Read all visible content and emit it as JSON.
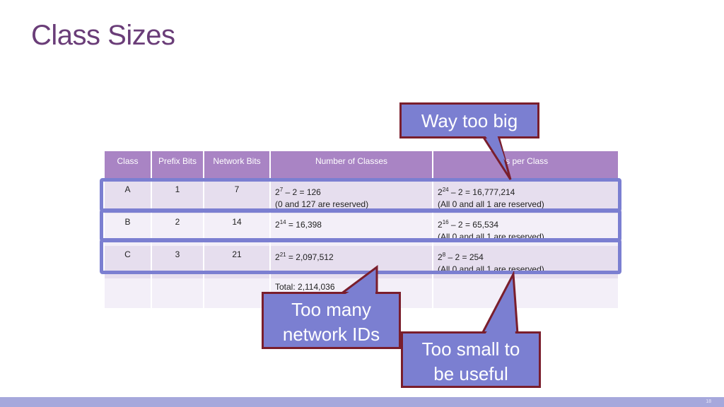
{
  "title": "Class Sizes",
  "table": {
    "headers": {
      "class": "Class",
      "prefix_bits": "Prefix Bits",
      "network_bits": "Network Bits",
      "number_of_classes": "Number of Classes",
      "hosts_per_class": "Hosts per Class",
      "hosts_per_class_visible": "ts per Class"
    },
    "rows": [
      {
        "class": "A",
        "prefix": "1",
        "network_bits": "7",
        "classes_base": "2",
        "classes_exp": "7",
        "classes_rest": " – 2 = 126",
        "classes_note": "(0 and 127 are reserved)",
        "hosts_base": "2",
        "hosts_exp": "24",
        "hosts_rest": " – 2 = 16,777,214",
        "hosts_note": "(All 0 and all 1 are reserved)"
      },
      {
        "class": "B",
        "prefix": "2",
        "network_bits": "14",
        "classes_base": "2",
        "classes_exp": "14",
        "classes_rest": " = 16,398",
        "classes_note": "",
        "hosts_base": "2",
        "hosts_exp": "16",
        "hosts_rest": " – 2 = 65,534",
        "hosts_note": "(All 0 and all 1 are reserved)"
      },
      {
        "class": "C",
        "prefix": "3",
        "network_bits": "21",
        "classes_base": "2",
        "classes_exp": "21",
        "classes_rest": " = 2,097,512",
        "classes_note": "",
        "hosts_base": "2",
        "hosts_exp": "8",
        "hosts_rest": " – 2 = 254",
        "hosts_note": "(All 0 and all 1 are reserved)"
      }
    ],
    "total": "Total: 2,114,036"
  },
  "callouts": {
    "way_too_big": "Way too big",
    "too_many_line1": "Too many",
    "too_many_line2": "network IDs",
    "too_small_line1": "Too small to",
    "too_small_line2": "be useful"
  },
  "colors": {
    "title": "#6a3d78",
    "header_bg": "#a984c4",
    "callout_fill": "#7b7fd1",
    "callout_border": "#7a1e2c"
  },
  "slide_number": "18"
}
